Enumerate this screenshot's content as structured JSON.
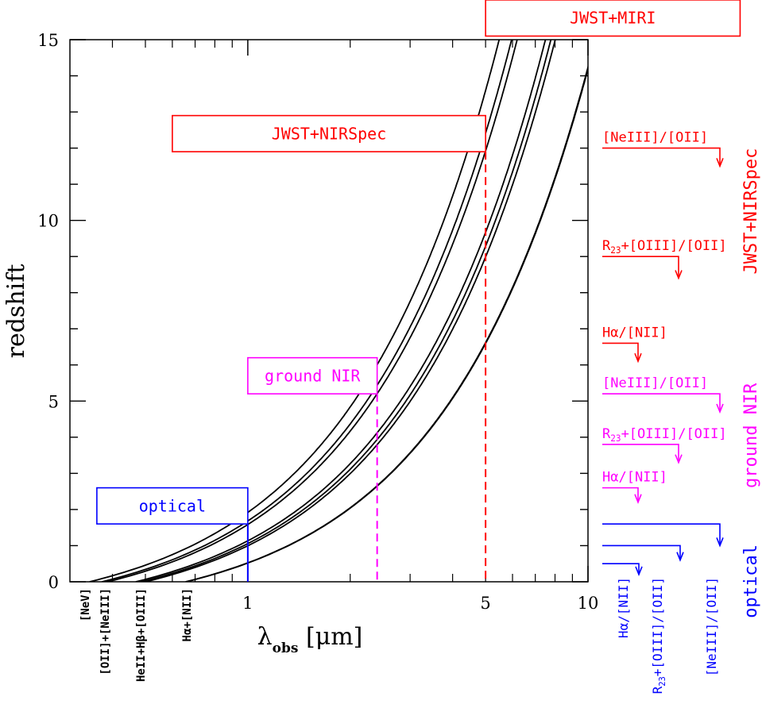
{
  "chart_data": {
    "type": "line",
    "xlabel": "λobs [μm]",
    "ylabel": "redshift",
    "xscale": "log",
    "xlim": [
      0.3,
      10
    ],
    "ylim": [
      0,
      15
    ],
    "grid": false,
    "x_ticks": [
      {
        "value": 1,
        "label": "1"
      },
      {
        "value": 5,
        "label": "5"
      },
      {
        "value": 10,
        "label": "10"
      }
    ],
    "y_ticks": [
      {
        "value": 0,
        "label": "0"
      },
      {
        "value": 5,
        "label": "5"
      },
      {
        "value": 10,
        "label": "10"
      },
      {
        "value": 15,
        "label": "15"
      }
    ],
    "series": [
      {
        "rest_um": 0.3426
      },
      {
        "rest_um": 0.3727
      },
      {
        "rest_um": 0.3869
      },
      {
        "rest_um": 0.4686
      },
      {
        "rest_um": 0.4861
      },
      {
        "rest_um": 0.5007
      },
      {
        "rest_um": 0.6563
      },
      {
        "rest_um": 0.6584
      }
    ],
    "line_labels": [
      "[NeV]",
      "[OII]+[NeIII]",
      "HeII+Hβ+[OIII]",
      "Hα+[NII]"
    ],
    "boxes": [
      {
        "label": "optical",
        "color": "#0000ff",
        "x_range": [
          0.36,
          1.0
        ],
        "y_range": [
          1.6,
          2.6
        ],
        "cutoff_um": 1.0
      },
      {
        "label": "ground NIR",
        "color": "#ff00ff",
        "x_range": [
          1.0,
          2.4
        ],
        "y_range": [
          5.2,
          6.2
        ],
        "cutoff_um": 2.4
      },
      {
        "label": "JWST+NIRSpec",
        "color": "#ff0000",
        "x_range": [
          0.6,
          5.0
        ],
        "y_range": [
          11.9,
          12.9
        ],
        "cutoff_um": 5.0
      },
      {
        "label": "JWST+MIRI",
        "color": "#ff0000",
        "x_range": [
          5.0,
          28
        ],
        "y_range": [
          15.1,
          16.1
        ]
      }
    ],
    "side_groups": [
      {
        "label": "JWST+NIRSpec",
        "color": "#ff0000",
        "diagnostics": [
          {
            "text": "[NeIII]/[OII]",
            "z": 12.0,
            "arrow_tip_z": 11.5
          },
          {
            "text": "R23+[OIII]/[OII]",
            "sub": "23",
            "z": 9.0,
            "arrow_tip_z": 8.4
          },
          {
            "text": "Hα/[NII]",
            "z": 6.6,
            "arrow_tip_z": 6.1
          }
        ]
      },
      {
        "label": "ground NIR",
        "color": "#ff00ff",
        "diagnostics": [
          {
            "text": "[NeIII]/[OII]",
            "z": 5.2,
            "arrow_tip_z": 4.7
          },
          {
            "text": "R23+[OIII]/[OII]",
            "sub": "23",
            "z": 3.8,
            "arrow_tip_z": 3.3
          },
          {
            "text": "Hα/[NII]",
            "z": 2.6,
            "arrow_tip_z": 2.2
          }
        ]
      },
      {
        "label": "optical",
        "color": "#0000ff",
        "diagnostics": [
          {
            "text": "[NeIII]/[OII]",
            "z": 1.6,
            "arrow_tip_z": 1.0
          },
          {
            "text": "R23+[OIII]/[OII]",
            "sub": "23",
            "z": 1.0,
            "arrow_tip_z": 0.6
          },
          {
            "text": "Hα/[NII]",
            "z": 0.5,
            "arrow_tip_z": 0.2
          }
        ]
      }
    ]
  }
}
